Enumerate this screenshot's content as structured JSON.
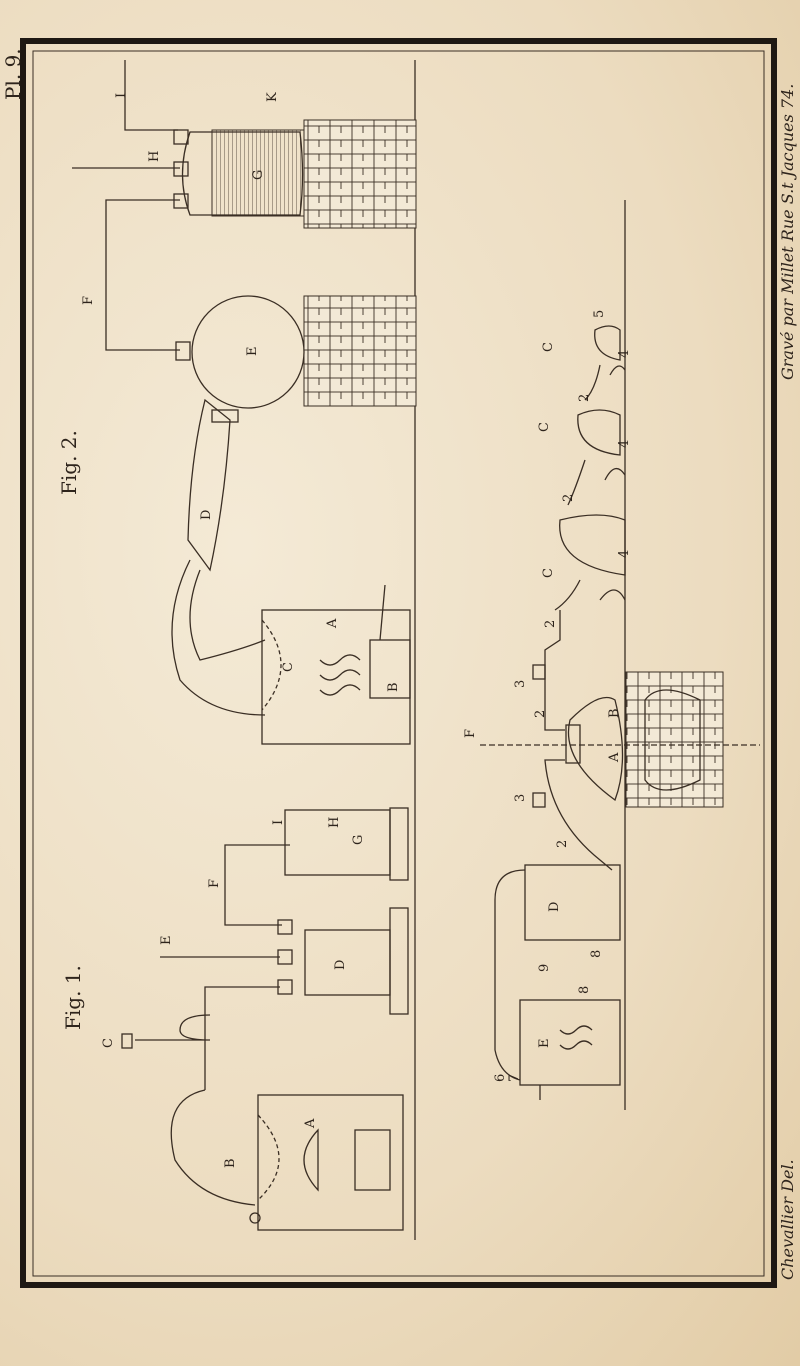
{
  "plate_number": "Pl. 9.",
  "credits": {
    "draughtsman": "Chevallier Del.",
    "engraver": "Gravé par Millet Rue S.t Jacques 74."
  },
  "fig2": {
    "title": "Fig. 2.",
    "labels": [
      "I",
      "K",
      "H",
      "G",
      "F",
      "E",
      "D",
      "C",
      "A",
      "B"
    ]
  },
  "fig1": {
    "title": "Fig. 1.",
    "labels": [
      "C",
      "E",
      "F",
      "I",
      "H",
      "G",
      "D",
      "B",
      "A"
    ]
  },
  "fig3": {
    "labels": [
      "F",
      "3",
      "2",
      "A",
      "B",
      "2",
      "3",
      "D",
      "9",
      "8",
      "8",
      "6",
      "7",
      "E",
      "C",
      "C",
      "C",
      "2",
      "2",
      "2",
      "5",
      "4",
      "4",
      "4"
    ]
  }
}
